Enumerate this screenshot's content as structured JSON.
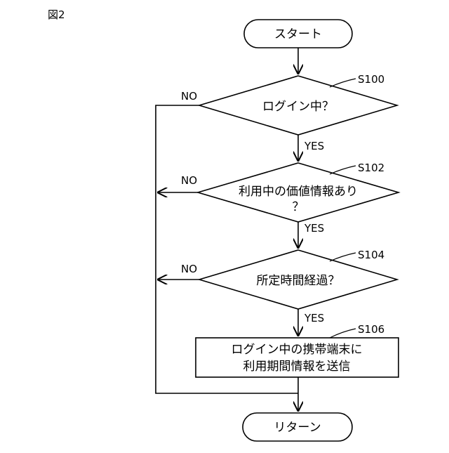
{
  "figure_label": "図2",
  "start": {
    "label": "スタート"
  },
  "end": {
    "label": "リターン"
  },
  "steps": [
    {
      "id": "S100",
      "type": "decision",
      "lines": [
        "ログイン中？"
      ],
      "yes": "YES",
      "no": "NO"
    },
    {
      "id": "S102",
      "type": "decision",
      "lines": [
        "利用中の価値情報あり",
        "？"
      ],
      "yes": "YES",
      "no": "NO"
    },
    {
      "id": "S104",
      "type": "decision",
      "lines": [
        "所定時間経過？"
      ],
      "yes": "YES",
      "no": "NO"
    },
    {
      "id": "S106",
      "type": "process",
      "lines": [
        "ログイン中の携帯端末に",
        "利用期間情報を送信"
      ]
    }
  ]
}
